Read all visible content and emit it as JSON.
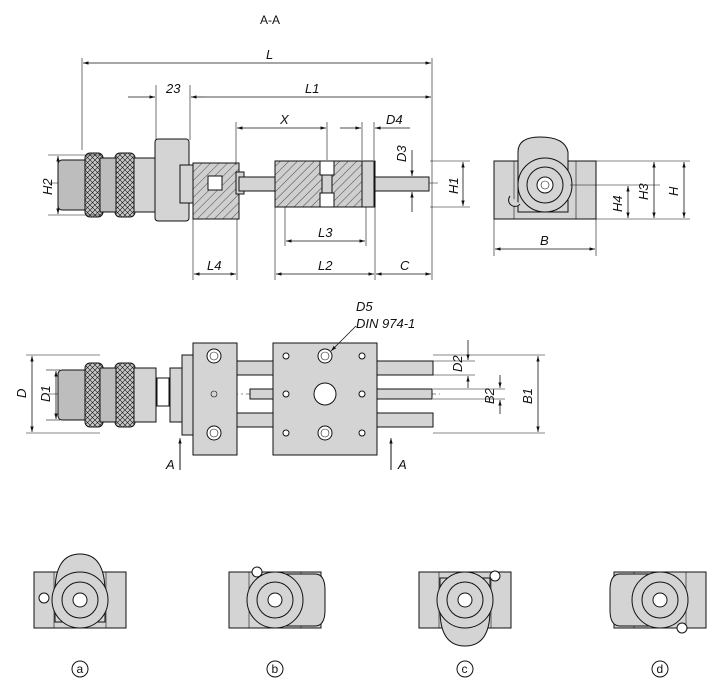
{
  "section_title": "A-A",
  "dimensions": {
    "L": "L",
    "L1": "L1",
    "L2": "L2",
    "L3": "L3",
    "L4": "L4",
    "X": "X",
    "C": "C",
    "B": "B",
    "B1": "B1",
    "B2": "B2",
    "D": "D",
    "D1": "D1",
    "D2": "D2",
    "D3": "D3",
    "D4": "D4",
    "D5": "D5",
    "H": "H",
    "H1": "H1",
    "H2": "H2",
    "H3": "H3",
    "H4": "H4",
    "dim_23": "23"
  },
  "din_note": "DIN 974-1",
  "section_marker": "A",
  "variants": [
    {
      "label": "a"
    },
    {
      "label": "b"
    },
    {
      "label": "c"
    },
    {
      "label": "d"
    }
  ]
}
